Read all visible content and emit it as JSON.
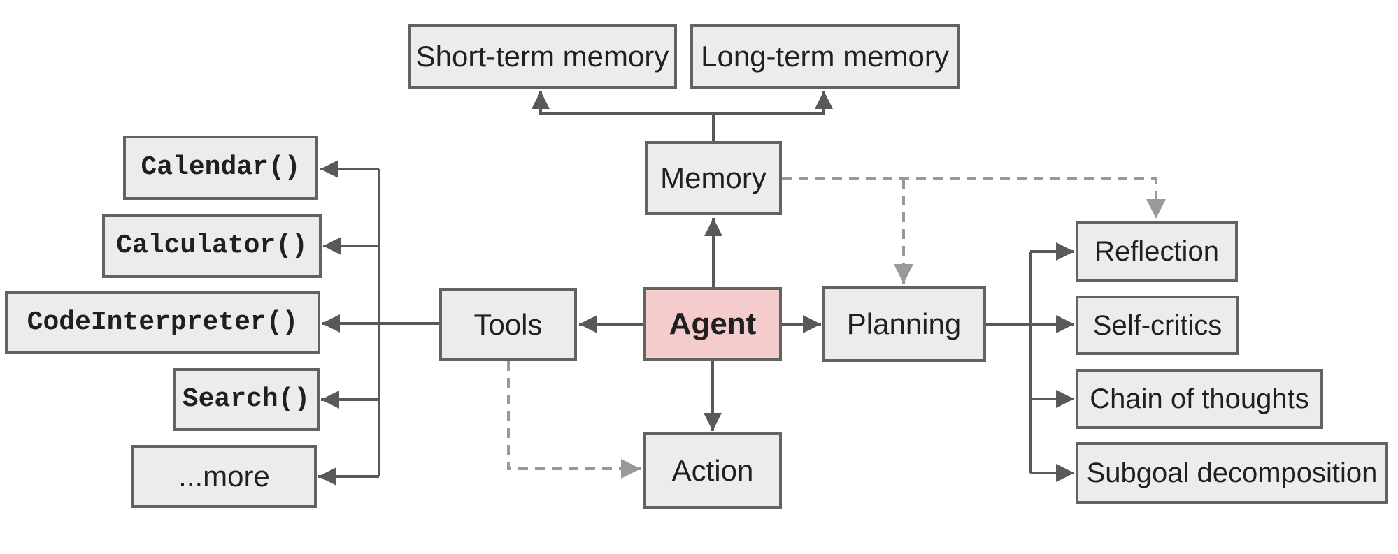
{
  "colors": {
    "node_fill": "#ececec",
    "node_border": "#636363",
    "agent_fill": "#f4cccc",
    "solid_line": "#595959",
    "dashed_line": "#999999",
    "text": "#202020",
    "canvas_bg": "#ffffff"
  },
  "nodes": {
    "short_term_memory": {
      "label": "Short-term memory"
    },
    "long_term_memory": {
      "label": "Long-term memory"
    },
    "memory": {
      "label": "Memory"
    },
    "tools": {
      "label": "Tools"
    },
    "agent": {
      "label": "Agent"
    },
    "planning": {
      "label": "Planning"
    },
    "action": {
      "label": "Action"
    },
    "calendar": {
      "label": "Calendar()"
    },
    "calculator": {
      "label": "Calculator()"
    },
    "code_interpreter": {
      "label": "CodeInterpreter()"
    },
    "search": {
      "label": "Search()"
    },
    "more": {
      "label": "...more"
    },
    "reflection": {
      "label": "Reflection"
    },
    "self_critics": {
      "label": "Self-critics"
    },
    "chain_of_thoughts": {
      "label": "Chain of thoughts"
    },
    "subgoal_decomposition": {
      "label": "Subgoal decomposition"
    }
  },
  "edges": [
    {
      "from": "memory",
      "to": "short_term_memory",
      "style": "solid"
    },
    {
      "from": "memory",
      "to": "long_term_memory",
      "style": "solid"
    },
    {
      "from": "agent",
      "to": "memory",
      "style": "solid"
    },
    {
      "from": "agent",
      "to": "tools",
      "style": "solid"
    },
    {
      "from": "agent",
      "to": "planning",
      "style": "solid"
    },
    {
      "from": "agent",
      "to": "action",
      "style": "solid"
    },
    {
      "from": "tools",
      "to": "calendar",
      "style": "solid"
    },
    {
      "from": "tools",
      "to": "calculator",
      "style": "solid"
    },
    {
      "from": "tools",
      "to": "code_interpreter",
      "style": "solid"
    },
    {
      "from": "tools",
      "to": "search",
      "style": "solid"
    },
    {
      "from": "tools",
      "to": "more",
      "style": "solid"
    },
    {
      "from": "planning",
      "to": "reflection",
      "style": "solid"
    },
    {
      "from": "planning",
      "to": "self_critics",
      "style": "solid"
    },
    {
      "from": "planning",
      "to": "chain_of_thoughts",
      "style": "solid"
    },
    {
      "from": "planning",
      "to": "subgoal_decomposition",
      "style": "solid"
    },
    {
      "from": "memory",
      "to": "planning",
      "style": "dashed"
    },
    {
      "from": "memory",
      "to": "reflection",
      "style": "dashed"
    },
    {
      "from": "tools",
      "to": "action",
      "style": "dashed"
    }
  ]
}
